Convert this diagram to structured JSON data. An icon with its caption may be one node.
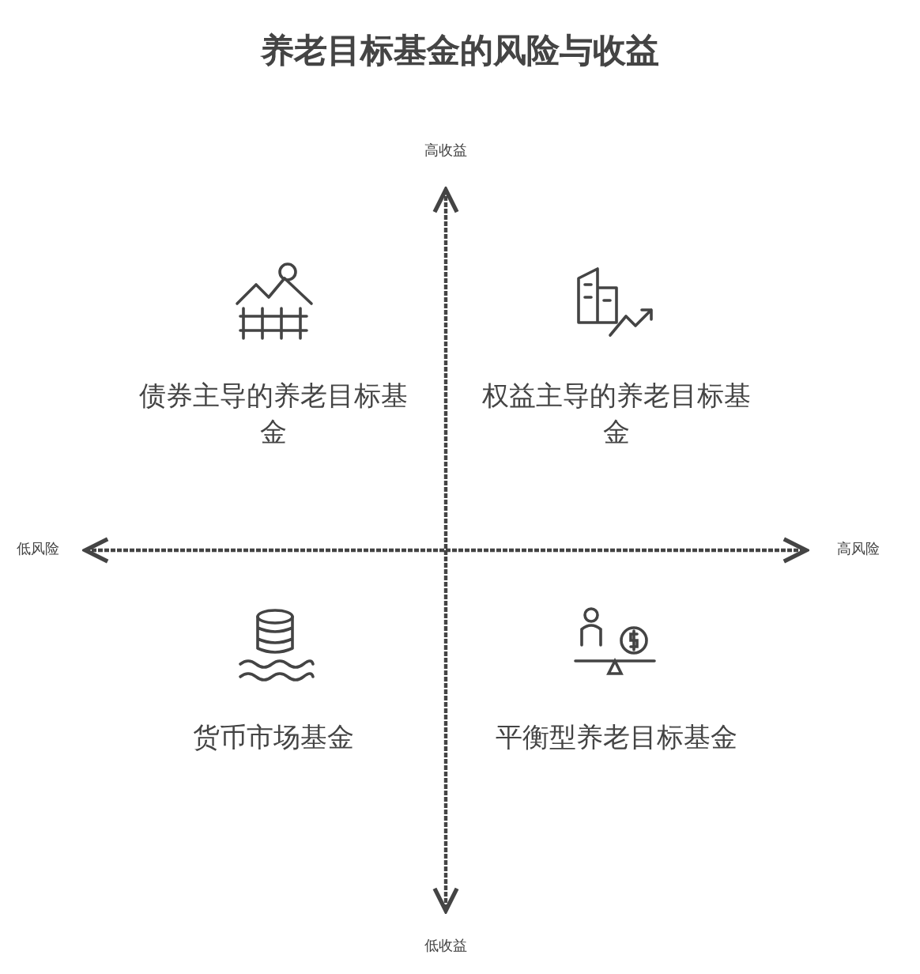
{
  "diagram": {
    "title": "养老目标基金的风险与收益",
    "labels": [
      "高收益",
      "债券主导的养老目标基金",
      "权益主导的养老目标基金",
      "低风险",
      "高风险",
      "货币市场基金",
      "平衡型养老目标基金",
      "低收益"
    ]
  }
}
